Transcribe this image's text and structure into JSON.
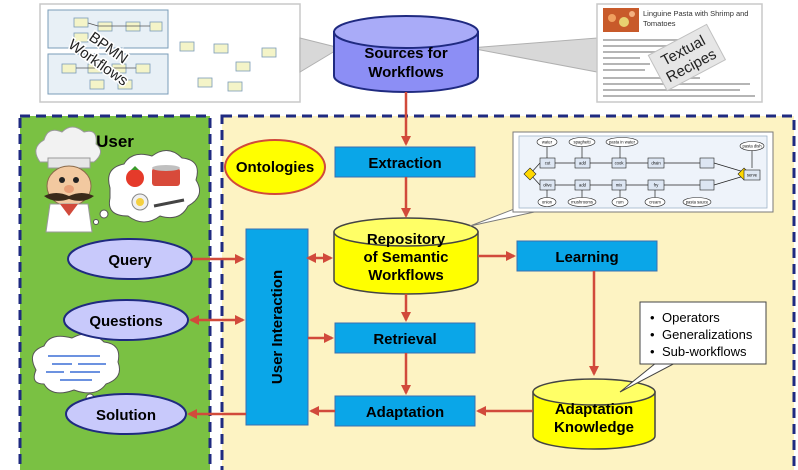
{
  "user_panel": {
    "title": "User"
  },
  "sources": {
    "line1": "Sources for",
    "line2": "Workflows"
  },
  "bpmn_card": {
    "line1": "BPMN",
    "line2": "Workflows"
  },
  "recipe_card": {
    "title_line1": "Linguine Pasta with Shrimp and",
    "title_line2": "Tomatoes",
    "stamp_line1": "Textual",
    "stamp_line2": "Recipes"
  },
  "ontologies": "Ontologies",
  "steps": {
    "extraction": "Extraction",
    "retrieval": "Retrieval",
    "adaptation": "Adaptation",
    "learning": "Learning",
    "user_interaction": "User Interaction"
  },
  "repository": {
    "line1": "Repository",
    "line2": "of Semantic",
    "line3": "Workflows"
  },
  "adaptation_knowledge": {
    "line1": "Adaptation",
    "line2": "Knowledge"
  },
  "knowledge_types": [
    "Operators",
    "Generalizations",
    "Sub-workflows"
  ],
  "user_actions": {
    "query": "Query",
    "questions": "Questions",
    "solution": "Solution"
  },
  "workflow_graph": {
    "nodes": [
      "water",
      "spaghetti",
      "pasta in water",
      "pasta dish",
      "cut",
      "add",
      "cook",
      "drain",
      "olive",
      "add",
      "mix",
      "fry",
      "serve",
      "onion",
      "mushrooms",
      "rum",
      "cream",
      "pasta sauce"
    ]
  },
  "colors": {
    "user_panel": "#7ac143",
    "process_panel": "#fdf3c3",
    "panel_border": "#1f2a80",
    "process_box": "#0aa6e8",
    "cylinder_blue": "#8c8ef5",
    "cylinder_yellow": "#ffff00",
    "ellipse": "#c8c9fb",
    "arrow": "#d14a3b"
  }
}
